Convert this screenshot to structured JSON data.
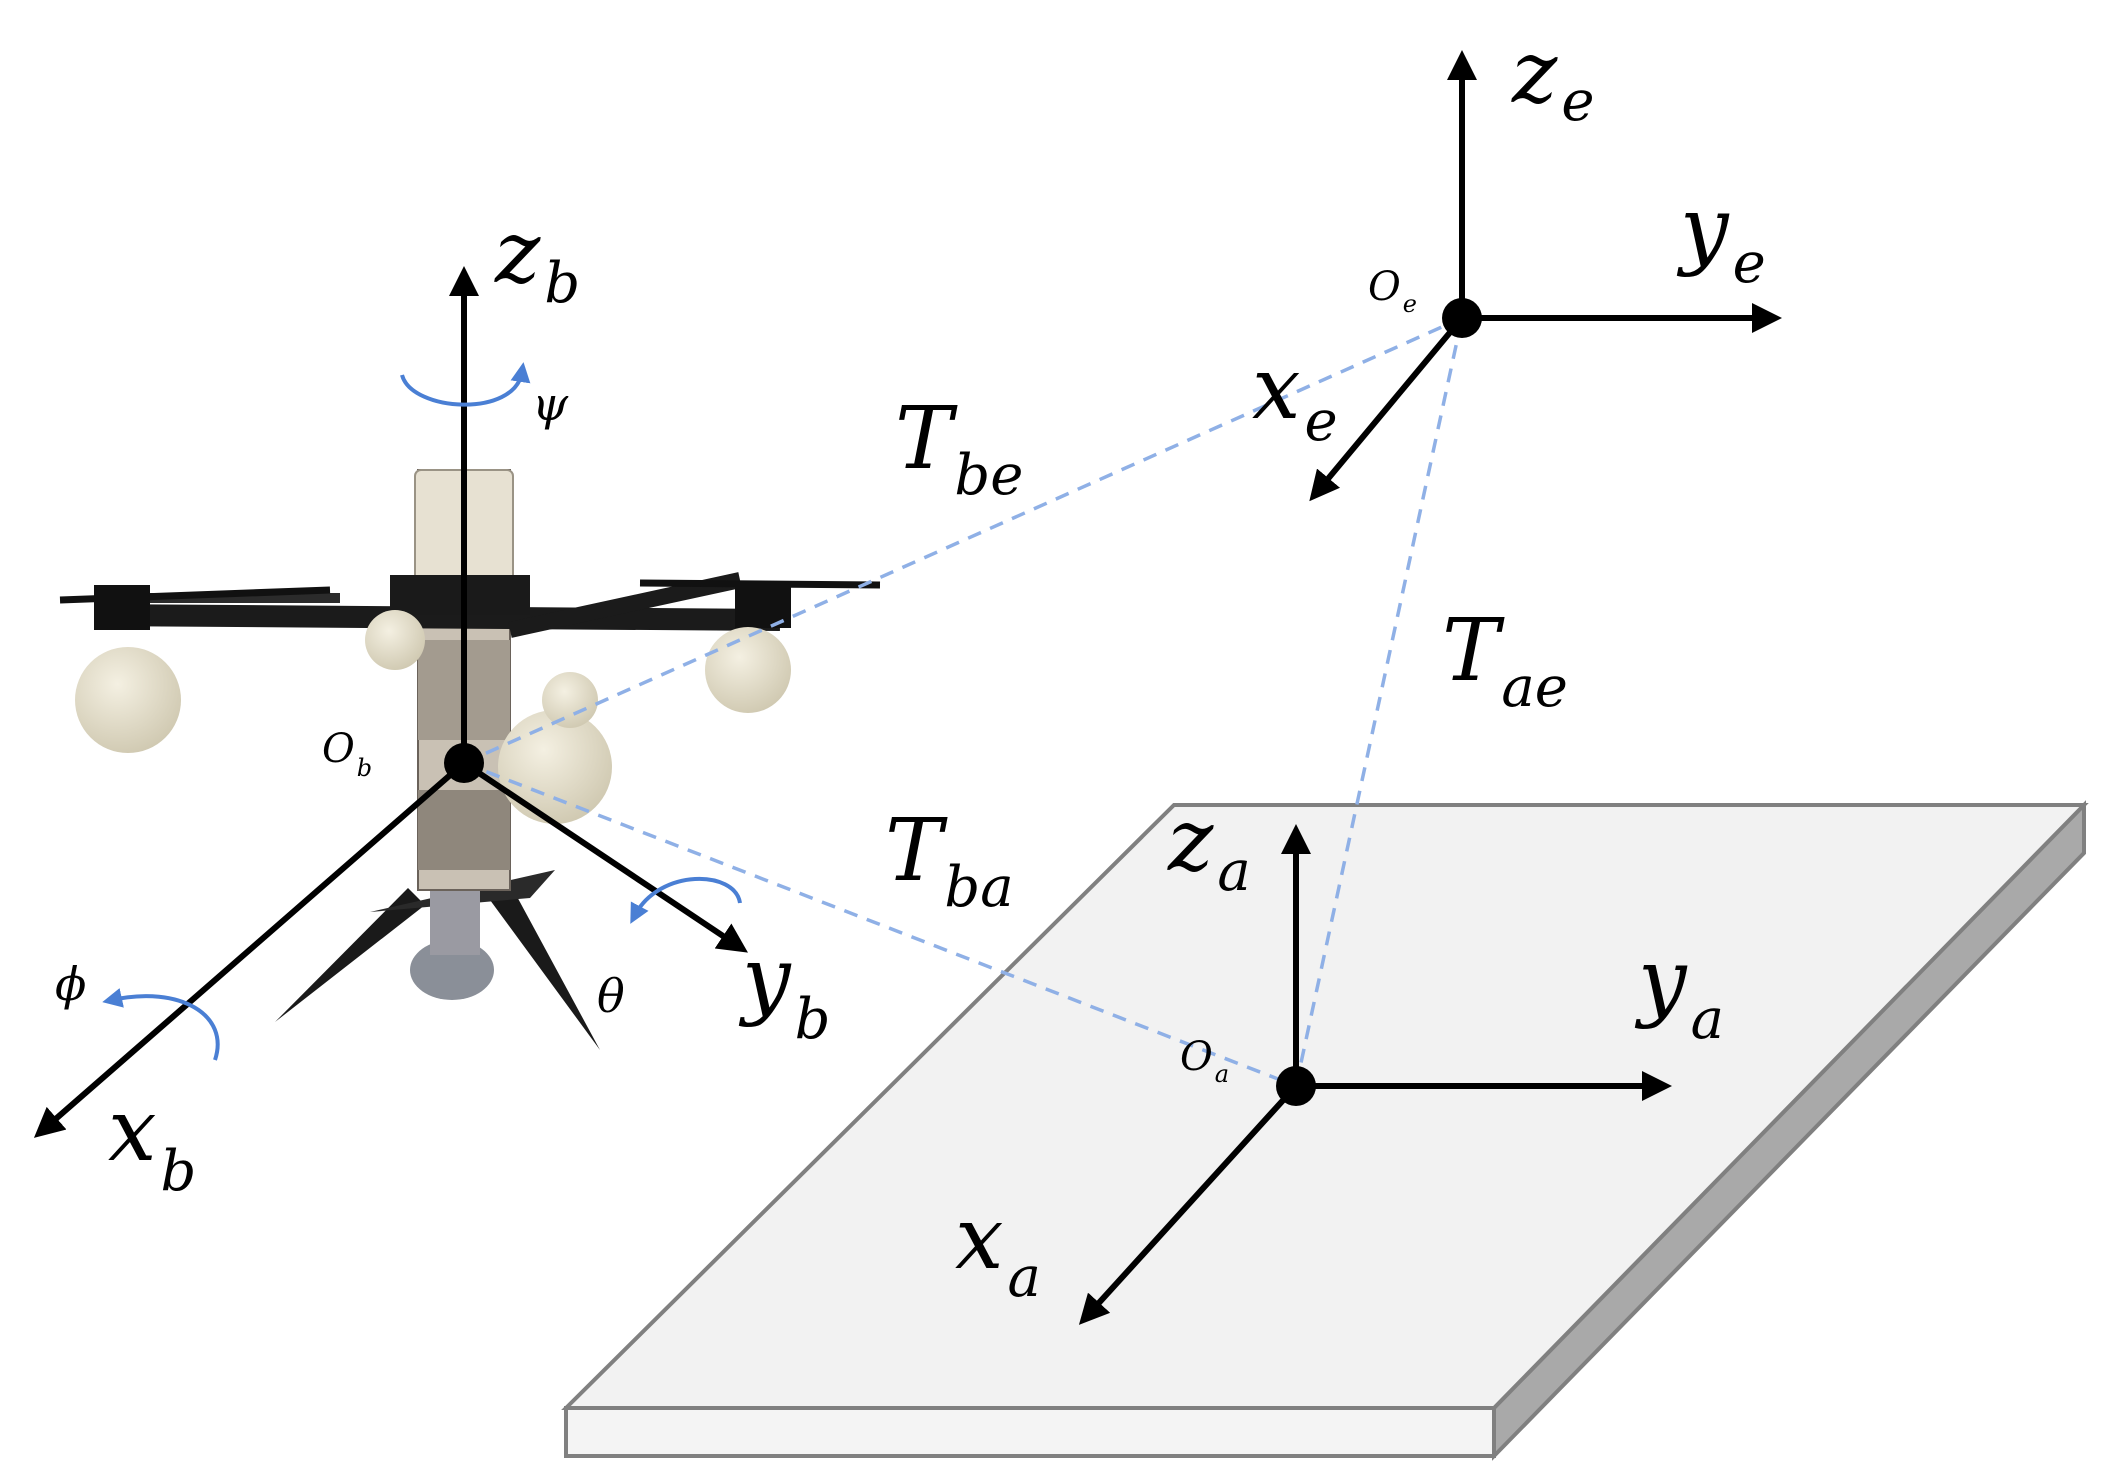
{
  "frames": {
    "body": {
      "origin": {
        "base": "O",
        "sub": "b"
      },
      "x": {
        "base": "x",
        "sub": "b"
      },
      "y": {
        "base": "y",
        "sub": "b"
      },
      "z": {
        "base": "z",
        "sub": "b"
      },
      "angles": {
        "roll": "ϕ",
        "pitch": "θ",
        "yaw": "ψ"
      }
    },
    "earth": {
      "origin": {
        "base": "O",
        "sub": "e"
      },
      "x": {
        "base": "x",
        "sub": "e"
      },
      "y": {
        "base": "y",
        "sub": "e"
      },
      "z": {
        "base": "z",
        "sub": "e"
      }
    },
    "aux": {
      "origin": {
        "base": "O",
        "sub": "a"
      },
      "x": {
        "base": "x",
        "sub": "a"
      },
      "y": {
        "base": "y",
        "sub": "a"
      },
      "z": {
        "base": "z",
        "sub": "a"
      }
    }
  },
  "transforms": {
    "be": {
      "base": "T",
      "sub": "be"
    },
    "ae": {
      "base": "T",
      "sub": "ae"
    },
    "ba": {
      "base": "T",
      "sub": "ba"
    }
  },
  "colors": {
    "axis": "#000000",
    "link": "#8fb0e6",
    "rotation": "#4a7fd4",
    "platform_top": "#f2f2f2",
    "platform_edge": "#808080"
  }
}
